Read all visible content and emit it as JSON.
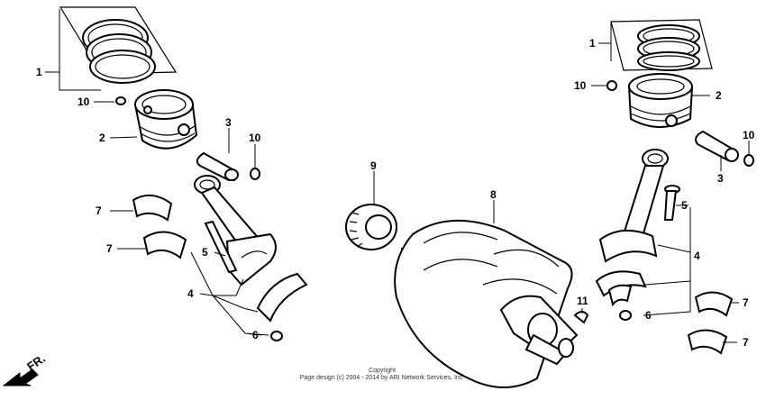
{
  "callouts": {
    "c1_left": "1",
    "c10_left_top": "10",
    "c2_left": "2",
    "c3_left": "3",
    "c10_left_mid": "10",
    "c7_left_top": "7",
    "c7_left_bot": "7",
    "c5_left": "5",
    "c4_left": "4",
    "c6_left": "6",
    "c9": "9",
    "c8": "8",
    "c1_right": "1",
    "c10_right_top": "10",
    "c2_right": "2",
    "c10_right_mid": "10",
    "c3_right": "3",
    "c5_right": "5",
    "c4_right": "4",
    "c11": "11",
    "c6_right": "6",
    "c7_right_top": "7",
    "c7_right_bot": "7"
  },
  "front_label": "FR.",
  "copyright": {
    "line1": "Copyright",
    "line2": "Page design (c) 2004 - 2014 by ARI Network Services, Inc."
  }
}
